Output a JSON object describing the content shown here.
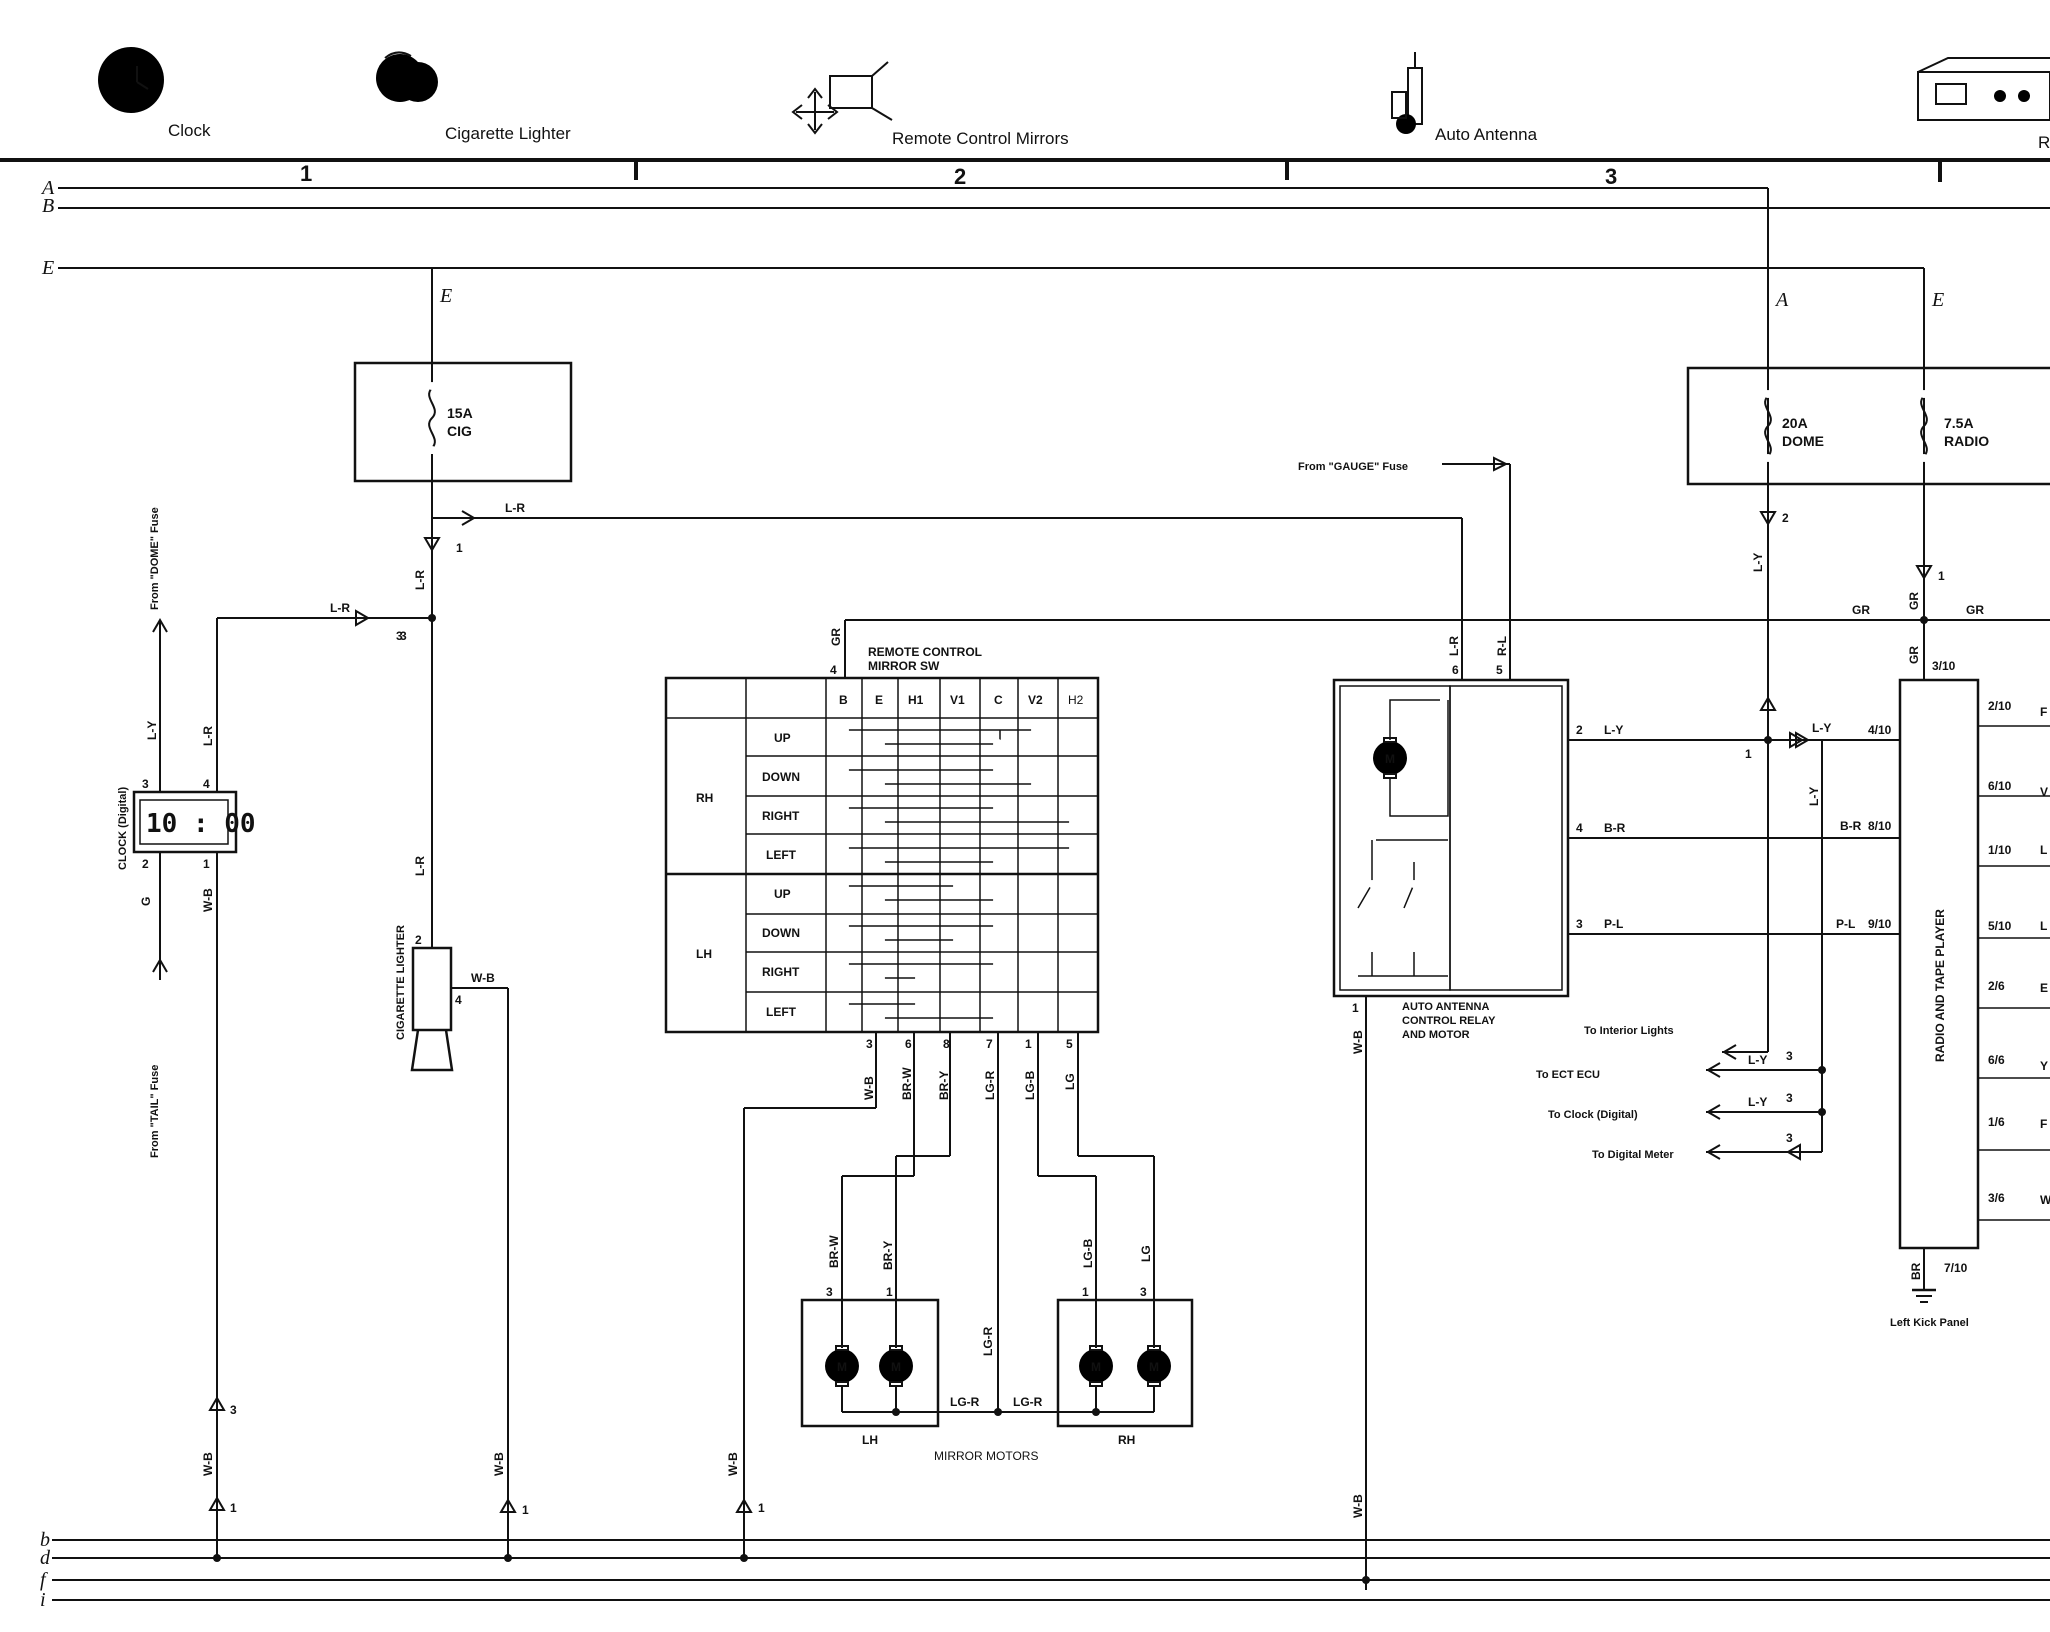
{
  "header": {
    "components": [
      "Clock",
      "Cigarette Lighter",
      "Remote Control Mirrors",
      "Auto Antenna",
      "R"
    ],
    "section_numbers": [
      "1",
      "2",
      "3"
    ]
  },
  "buses": {
    "top": [
      "A",
      "B",
      "E"
    ],
    "bottom": [
      "b",
      "d",
      "f",
      "i"
    ],
    "drop_labels": [
      "E",
      "A",
      "E"
    ]
  },
  "fuses": {
    "cig": [
      "15A",
      "CIG"
    ],
    "dome": [
      "20A",
      "DOME"
    ],
    "radio": [
      "7.5A",
      "RADIO"
    ]
  },
  "clock": {
    "display": "10 : 00",
    "label": "CLOCK (Digital)",
    "from_dome": "From \"DOME\" Fuse",
    "from_tail": "From \"TAIL\" Fuse",
    "pins": [
      "3",
      "4",
      "2",
      "1"
    ],
    "wires": [
      "L-Y",
      "L-R",
      "G",
      "W-B",
      "L-R"
    ],
    "connector_pins": [
      "3",
      "3",
      "1"
    ]
  },
  "cig_lighter": {
    "label": "CIGARETTE LIGHTER",
    "pins": [
      "2",
      "4"
    ],
    "wires": [
      "L-R",
      "L-R",
      "W-B",
      "L-R",
      "W-B"
    ],
    "connector_pins": [
      "1",
      "1"
    ]
  },
  "mirror_switch": {
    "title": [
      "REMOTE CONTROL",
      "MIRROR SW"
    ],
    "top_wire": "GR",
    "top_pin": "4",
    "columns": [
      "B",
      "E",
      "H1",
      "V1",
      "C",
      "V2",
      "H2"
    ],
    "groups": [
      "RH",
      "LH"
    ],
    "rows": [
      "UP",
      "DOWN",
      "RIGHT",
      "LEFT",
      "UP",
      "DOWN",
      "RIGHT",
      "LEFT"
    ],
    "bottom_pins": [
      "3",
      "6",
      "8",
      "7",
      "1",
      "5"
    ],
    "bottom_wires": [
      "W-B",
      "BR-W",
      "BR-Y",
      "LG-R",
      "LG-B",
      "LG"
    ],
    "ground_wire": "W-B",
    "ground_pin": "1"
  },
  "mirror_motors": {
    "caption": "MIRROR MOTORS",
    "motor_symbol": "M",
    "sides": [
      "LH",
      "RH"
    ],
    "lh_wires": [
      "BR-W",
      "BR-Y"
    ],
    "lh_pins": [
      "3",
      "1"
    ],
    "rh_wires": [
      "LG-B",
      "LG"
    ],
    "rh_pins": [
      "1",
      "3"
    ],
    "common_wires": [
      "LG-R",
      "LG-R",
      "LG-R"
    ]
  },
  "antenna": {
    "caption": [
      "AUTO ANTENNA",
      "CONTROL RELAY",
      "AND MOTOR"
    ],
    "from_gauge": "From \"GAUGE\" Fuse",
    "top_wires": [
      "L-R",
      "R-L"
    ],
    "top_pins": [
      "6",
      "5"
    ],
    "side_pins": [
      "2",
      "4",
      "3"
    ],
    "side_wires": [
      "L-Y",
      "B-R",
      "P-L"
    ],
    "ground_pin": "1",
    "ground_wire": "W-B"
  },
  "right_section": {
    "wires": [
      "L-Y",
      "L-Y",
      "L-Y",
      "GR",
      "GR",
      "GR",
      "B-R",
      "P-L",
      "L-Y",
      "L-Y"
    ],
    "pins": [
      "2",
      "1",
      "1",
      "3",
      "3",
      "3"
    ],
    "destinations": [
      "To Interior Lights",
      "To ECT ECU",
      "To Clock (Digital)",
      "To Digital Meter"
    ],
    "radio_label": "RADIO AND TAPE PLAYER",
    "radio_top_pin": "3/10",
    "radio_left_pins": [
      "4/10",
      "8/10",
      "9/10"
    ],
    "radio_right_pins": [
      "2/10",
      "6/10",
      "1/10",
      "5/10",
      "2/6",
      "6/6",
      "1/6",
      "3/6"
    ],
    "radio_right_wires": [
      "F",
      "V",
      "L",
      "L",
      "E",
      "Y",
      "F",
      "W"
    ],
    "ground_wire": "BR",
    "ground_pin": "7/10",
    "ground_label": "Left Kick Panel"
  }
}
